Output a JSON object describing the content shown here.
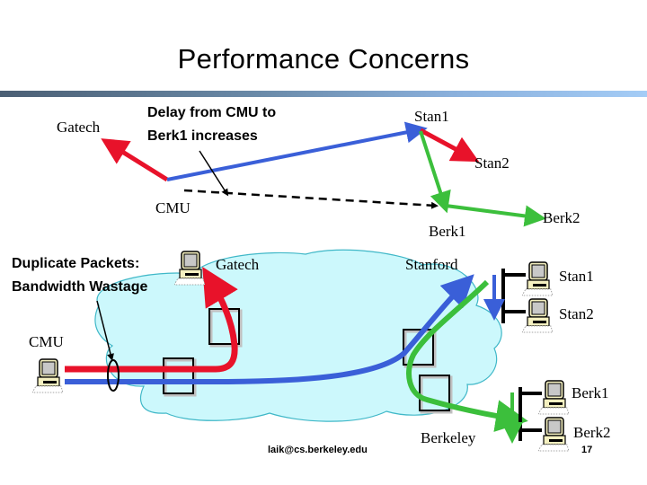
{
  "slide": {
    "title": "Performance Concerns",
    "footer_email": "laik@cs.berkeley.edu",
    "page_number": "17"
  },
  "top_diagram": {
    "annotation": [
      "Delay from CMU to",
      "Berk1 increases"
    ],
    "nodes": {
      "gatech": "Gatech",
      "cmu": "CMU",
      "stan1": "Stan1",
      "stan2": "Stan2",
      "berk1": "Berk1",
      "berk2": "Berk2"
    }
  },
  "bottom_diagram": {
    "annotation": [
      "Duplicate Packets:",
      "Bandwidth Wastage"
    ],
    "sites": {
      "cmu": "CMU",
      "gatech": "Gatech",
      "stanford": "Stanford",
      "berkeley": "Berkeley"
    },
    "hosts": {
      "stan1": "Stan1",
      "stan2": "Stan2",
      "berk1": "Berk1",
      "berk2": "Berk2"
    }
  },
  "colors": {
    "red_path": "#e8122a",
    "blue_path": "#3a5fd8",
    "green_path": "#3cbf3c",
    "cloud_fill": "#ccf8fc",
    "cloud_stroke": "#40b8c8"
  }
}
